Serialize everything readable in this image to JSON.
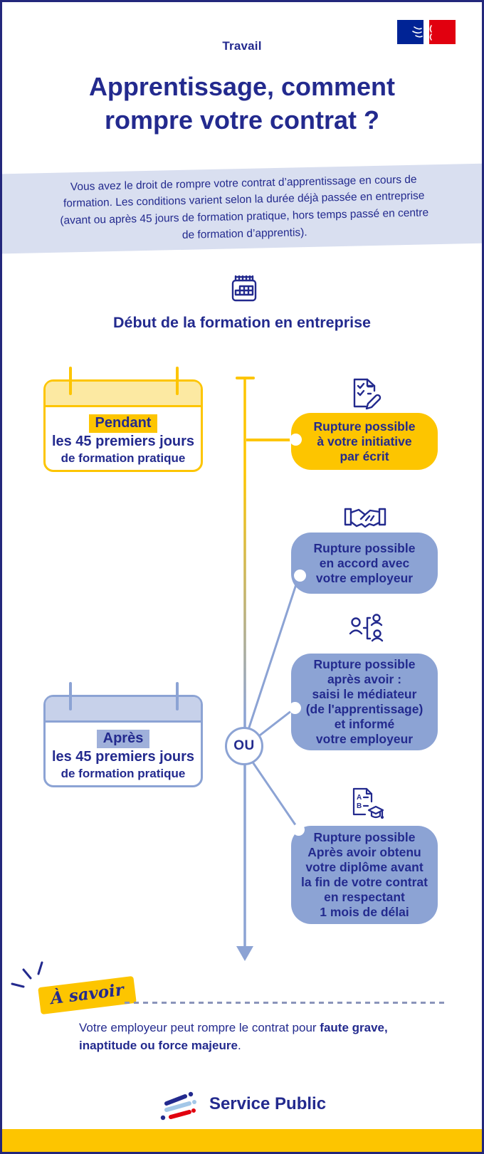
{
  "header": {
    "ministry": "Travail",
    "title_lines": [
      "Apprentissage, comment",
      "rompre votre contrat ?"
    ],
    "flag_logo": "french-republic-flag-logo"
  },
  "intro": {
    "text": "Vous avez le droit de rompre votre contrat d’apprentissage en cours de formation. Les conditions varient selon la durée déjà passée en entreprise (avant ou après 45 jours de formation pratique, hors temps passé en centre de formation d’apprentis)."
  },
  "timeline": {
    "heading": "Début de la formation en entreprise",
    "heading_icon": "calendar-icon",
    "or_label": "OU",
    "periods": [
      {
        "id": "pendant",
        "style": "yellow",
        "highlight": "Pendant",
        "line1": "les 45 premiers jours",
        "line2": "de formation pratique"
      },
      {
        "id": "apres",
        "style": "blue",
        "highlight": "Après",
        "line1": "les 45 premiers jours",
        "line2": "de formation pratique"
      }
    ],
    "outcomes": [
      {
        "icon": "document-check-pencil-icon",
        "style": "yellow",
        "lines": [
          "Rupture possible",
          "à votre initiative",
          "par écrit"
        ]
      },
      {
        "icon": "handshake-icon",
        "style": "blue",
        "lines": [
          "Rupture possible",
          "en accord avec",
          "votre employeur"
        ]
      },
      {
        "icon": "mediator-people-icon",
        "style": "blue",
        "lines": [
          "Rupture possible",
          "après avoir :",
          "saisi le médiateur",
          "(de l'apprentissage)",
          "et informé",
          "votre employeur"
        ]
      },
      {
        "icon": "diploma-grades-icon",
        "style": "blue",
        "lines": [
          "Rupture possible",
          "Après avoir obtenu",
          "votre diplôme avant",
          "la fin de votre contrat",
          "en respectant",
          "1 mois de délai"
        ]
      }
    ]
  },
  "note": {
    "badge": "À savoir",
    "text_prefix": "Votre employeur peut rompre le contrat pour ",
    "text_bold": "faute grave, inaptitude ou force majeure",
    "text_suffix": "."
  },
  "footer": {
    "brand": "Service Public",
    "brand_icon": "service-public-logo"
  },
  "colors": {
    "navy": "#232a8e",
    "yellow": "#fdc500",
    "light_yellow": "#fce9a2",
    "periwinkle": "#8ca3d4",
    "light_periwinkle": "#c7d1ea",
    "intro_band": "#d9dff0",
    "flag_blue": "#002395",
    "flag_red": "#e1000f",
    "logo_light_blue": "#a3c7e8"
  }
}
